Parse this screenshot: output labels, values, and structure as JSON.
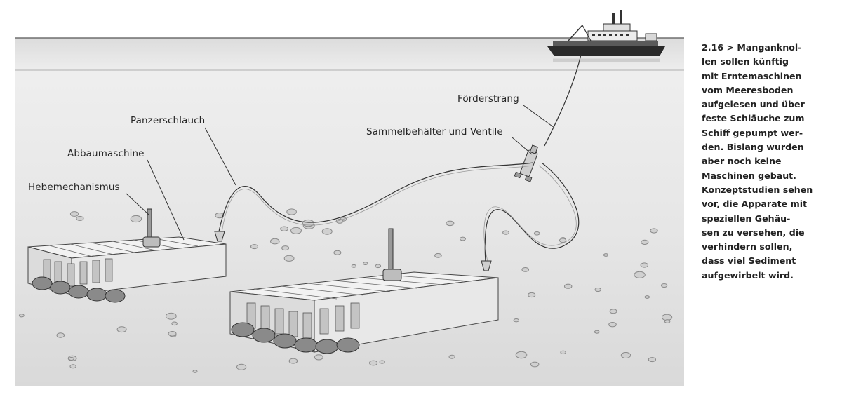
{
  "labels": {
    "hebemechanismus": "Hebemechanismus",
    "abbaumaschine": "Abbaumaschine",
    "panzerschlauch": "Panzerschlauch",
    "foerderstrang": "Förderstrang",
    "sammelbehaelter": "Sammelbehälter und Ventile"
  },
  "caption": {
    "lines": [
      "2.16 > Manganknol-",
      "len sollen künftig",
      "mit Erntemaschinen",
      "vom Meeresboden",
      "aufgelesen und über",
      "feste Schläuche zum",
      "Schiff gepumpt wer-",
      "den. Bislang wurden",
      "aber noch keine",
      "Maschinen gebaut.",
      "Konzeptstudien sehen",
      "vor, die Apparate mit",
      "speziellen Gehäu-",
      "sen zu versehen, die",
      "verhindern sollen,",
      "dass viel Sediment",
      "aufgewirbelt wird."
    ]
  },
  "colors": {
    "water": "#e9e9e9",
    "seafloor": "#dedede",
    "machine_face": "#f3f3f3",
    "machine_shadow": "#b9b9b9",
    "line": "#3a3a3a"
  },
  "icons": [
    "ship-icon",
    "collector-tank-icon",
    "nodule-icon"
  ]
}
